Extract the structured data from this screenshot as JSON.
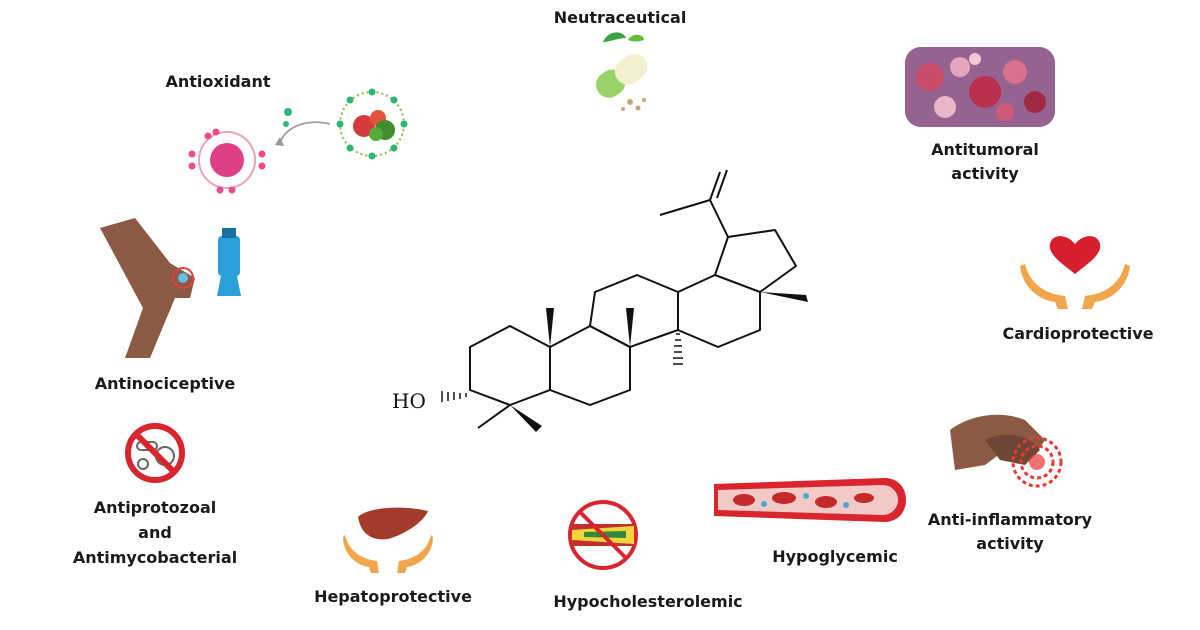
{
  "molecule": {
    "hydroxyl_label": "HO"
  },
  "labels": {
    "neutraceutical": "Neutraceutical",
    "antioxidant": "Antioxidant",
    "antitumoral": [
      "Antitumoral",
      "activity"
    ],
    "antinociceptive": "Antinociceptive",
    "cardioprotective": "Cardioprotective",
    "antiprotozoal": [
      "Antiprotozoal",
      "and",
      "Antimycobacterial"
    ],
    "anti_inflammatory": [
      "Anti-inflammatory",
      "activity"
    ],
    "hepatoprotective": "Hepatoprotective",
    "hypocholesterolemic": "Hypocholesterolemic",
    "hypoglycemic": "Hypoglycemic"
  },
  "colors": {
    "text": "#1a1a1a",
    "heart": "#d81e2c",
    "hand": "#f2a64b",
    "liver": "#a33a2b",
    "vessel": "#d9262e",
    "no_sign": "#d9262e"
  }
}
